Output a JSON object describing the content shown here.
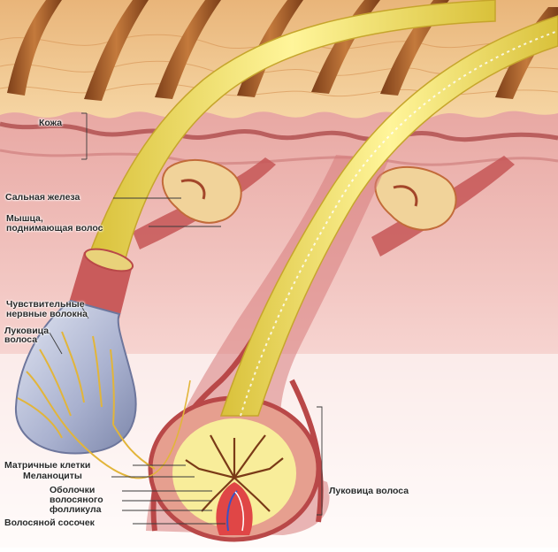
{
  "labels": {
    "skin": "Кожа",
    "sebaceous_gland": "Сальная железа",
    "arrector_muscle_line1": "Мышца,",
    "arrector_muscle_line2": "поднимающая волос",
    "sensory_fibers_line1": "Чувствительные",
    "sensory_fibers_line2": "нервные волокна",
    "bulb_left_line1": "Луковица",
    "bulb_left_line2": "волоса",
    "matrix_cells": "Матричные клетки",
    "melanocytes": "Меланоциты",
    "sheaths_line1": "Оболочки",
    "sheaths_line2": "волосяного",
    "sheaths_line3": "фолликула",
    "papilla": "Волосяной сосочек",
    "bulb_right": "Луковица волоса"
  },
  "colors": {
    "epidermis": "#f2c88e",
    "dermis_pink": "#f3c3c0",
    "dermis_dark": "#c55a5a",
    "hair_yellow": "#f6e56a",
    "hair_shaft_brown": "#a45a28",
    "follicle_red": "#b94848",
    "bulb_blue": "#b8bfd8",
    "nerve_yellow": "#e8c24a"
  }
}
